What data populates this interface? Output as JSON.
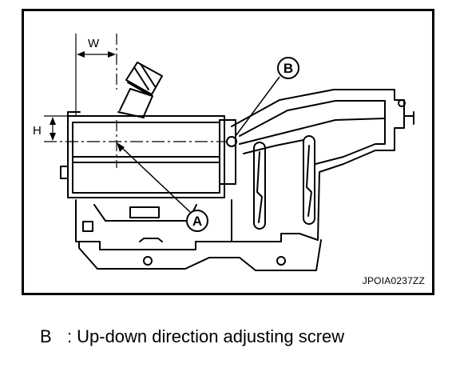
{
  "figure": {
    "code": "JPOIA0237ZZ",
    "dimensions": {
      "width_label": "W",
      "height_label": "H"
    },
    "callouts": {
      "a_label": "A",
      "b_label": "B"
    }
  },
  "legend": [
    {
      "key": "B",
      "separator": ":",
      "description": "Up-down direction adjusting screw"
    }
  ]
}
